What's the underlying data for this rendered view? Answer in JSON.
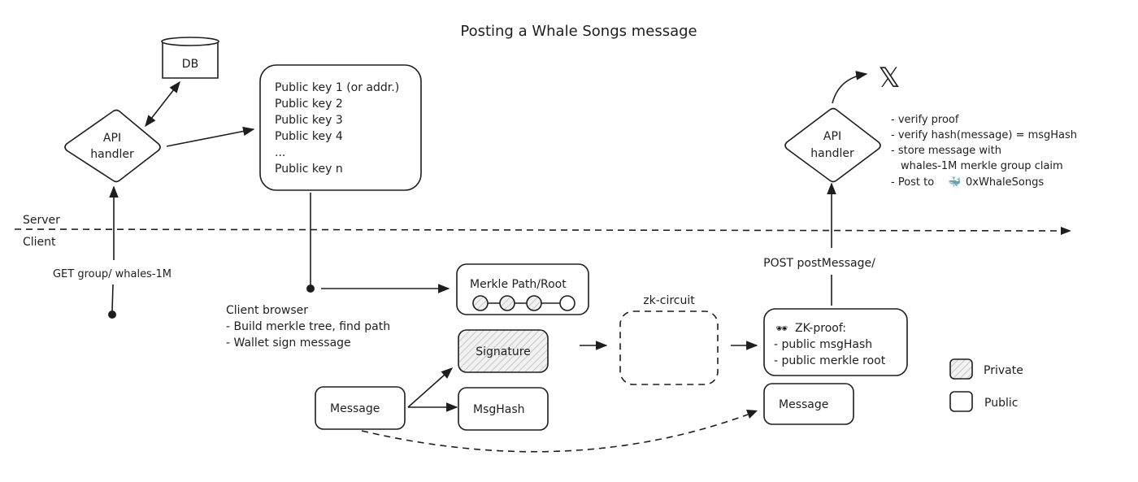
{
  "title": "Posting a Whale Songs message",
  "zones": {
    "server": "Server",
    "client": "Client"
  },
  "db": {
    "label": "DB"
  },
  "api_handler_left": {
    "line1": "API",
    "line2": "handler"
  },
  "api_handler_right": {
    "line1": "API",
    "line2": "handler"
  },
  "public_keys": {
    "lines": [
      "Public key 1 (or addr.)",
      "Public key 2",
      "Public key 3",
      "Public key 4",
      "...",
      "Public key n"
    ]
  },
  "get_request": "GET group/ whales-1M",
  "post_request": "POST postMessage/",
  "client_browser": {
    "title": "Client browser",
    "steps": [
      "- Build merkle tree, find path",
      "- Wallet sign message"
    ]
  },
  "merkle": {
    "label": "Merkle Path/Root",
    "nodes": [
      "private",
      "private",
      "private",
      "public"
    ]
  },
  "signature": {
    "label": "Signature",
    "visibility": "private"
  },
  "msghash": {
    "label": "MsgHash",
    "visibility": "public"
  },
  "message_client": {
    "label": "Message",
    "visibility": "public"
  },
  "zk_circuit": {
    "label": "zk-circuit"
  },
  "zk_proof": {
    "title": "ZK-proof:",
    "icon": "sunglasses-icon",
    "lines": [
      "- public msgHash",
      "- public merkle root"
    ]
  },
  "message_server": {
    "label": "Message"
  },
  "server_steps": [
    "- verify proof",
    "- verify hash(message) = msgHash",
    "- store message with",
    "  whales-1M merkle group claim",
    "- Post to",
    "0xWhaleSongs"
  ],
  "x_logo": "𝕏",
  "whale_emoji": "🐳",
  "legend": [
    {
      "label": "Private",
      "style": "hatched"
    },
    {
      "label": "Public",
      "style": "plain"
    }
  ]
}
